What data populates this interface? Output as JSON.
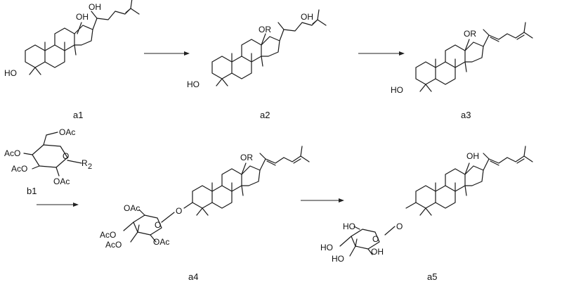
{
  "compounds": {
    "a1": {
      "label": "a1",
      "oh_top1": "OH",
      "oh_top2": "OH",
      "ho": "HO"
    },
    "a2": {
      "label": "a2",
      "or": "OR",
      "oh": "OH",
      "ho": "HO"
    },
    "a3": {
      "label": "a3",
      "or": "OR",
      "ho": "HO"
    },
    "b1": {
      "label": "b1",
      "oac_top": "OAc",
      "aco_left": "AcO",
      "aco_mid": "AcO",
      "oac_bottom": "OAc",
      "r2": "R",
      "r2_sub": "2",
      "ring_o": "O"
    },
    "a4": {
      "label": "a4",
      "or": "OR",
      "o_link": "O",
      "oac_top": "OAc",
      "ring_o": "O",
      "aco1": "AcO",
      "aco2": "AcO",
      "oac_right": "OAc"
    },
    "a5": {
      "label": "a5",
      "oh": "OH",
      "o_link": "O",
      "ho_top": "HO",
      "ring_o": "O",
      "ho1": "HO",
      "ho2": "HO",
      "oh_right": "OH"
    }
  },
  "arrows": [
    "a1-to-a2",
    "a2-to-a3",
    "b1-to-a4",
    "a4-to-a5"
  ]
}
